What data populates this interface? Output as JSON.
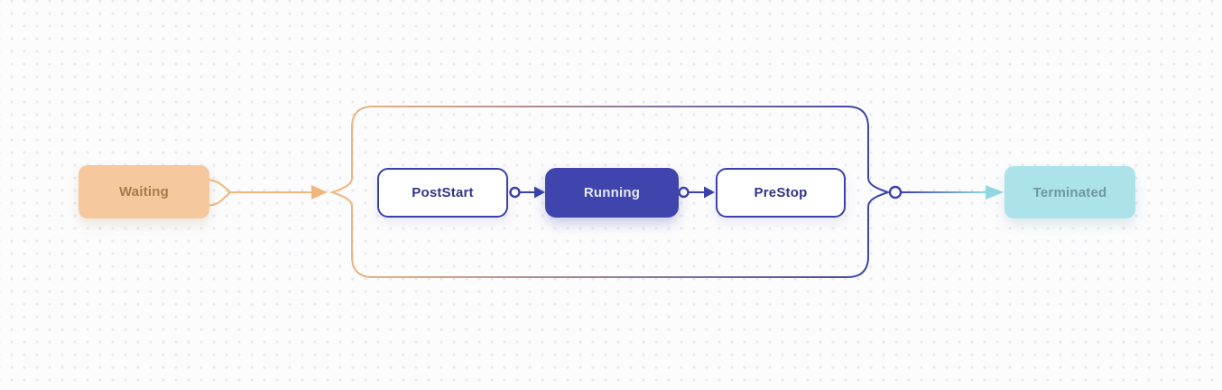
{
  "diagram": {
    "type": "flow",
    "nodes": {
      "waiting": {
        "label": "Waiting"
      },
      "post_start": {
        "label": "PostStart"
      },
      "running": {
        "label": "Running"
      },
      "pre_stop": {
        "label": "PreStop"
      },
      "terminated": {
        "label": "Terminated"
      }
    },
    "edges": [
      {
        "from": "waiting",
        "to": "lifecycle-group",
        "style": "orange-arrow"
      },
      {
        "from": "post_start",
        "to": "running",
        "style": "circle-to-arrow"
      },
      {
        "from": "running",
        "to": "pre_stop",
        "style": "circle-to-arrow"
      },
      {
        "from": "lifecycle-group",
        "to": "terminated",
        "style": "circle-to-cyan-arrow"
      }
    ],
    "colors": {
      "canvas_bg": "#fcfcfd",
      "dot_grid": "#e9e9ef",
      "waiting_fill": "#f6c89d",
      "waiting_text": "#ab7a49",
      "edge_orange": "#f2b77d",
      "indigo_border": "#3a41ab",
      "indigo_fill": "#3f45ac",
      "indigo_text": "#2e3488",
      "running_text": "#e6e7f3",
      "terminated_fill": "#ace3ea",
      "terminated_text": "#6d97a1",
      "edge_cyan": "#8fd9e3"
    }
  }
}
